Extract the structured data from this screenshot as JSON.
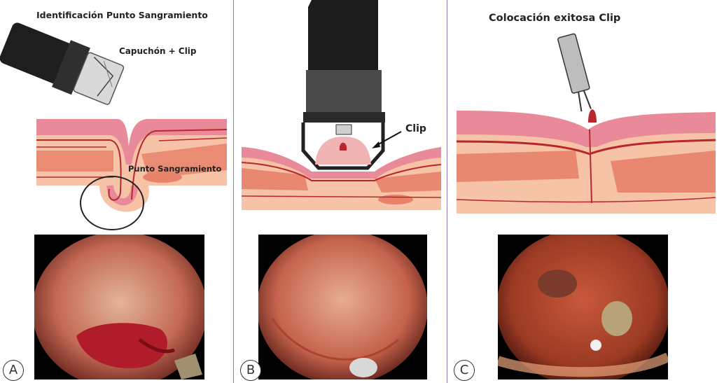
{
  "panels": [
    {
      "badge": "A",
      "title": "Identificación Punto Sangramiento",
      "labels": {
        "cap": "Capuchón + Clip",
        "bleed": "Punto Sangramiento"
      }
    },
    {
      "badge": "B",
      "labels": {
        "clip": "Clip"
      }
    },
    {
      "badge": "C",
      "title": "Colocación exitosa Clip"
    }
  ],
  "colors": {
    "mucosa": "#e98a9a",
    "submucosa": "#f6c3a6",
    "muscle": "#e8826a",
    "vessel": "#b8262e",
    "divider": "#8f77c7"
  }
}
